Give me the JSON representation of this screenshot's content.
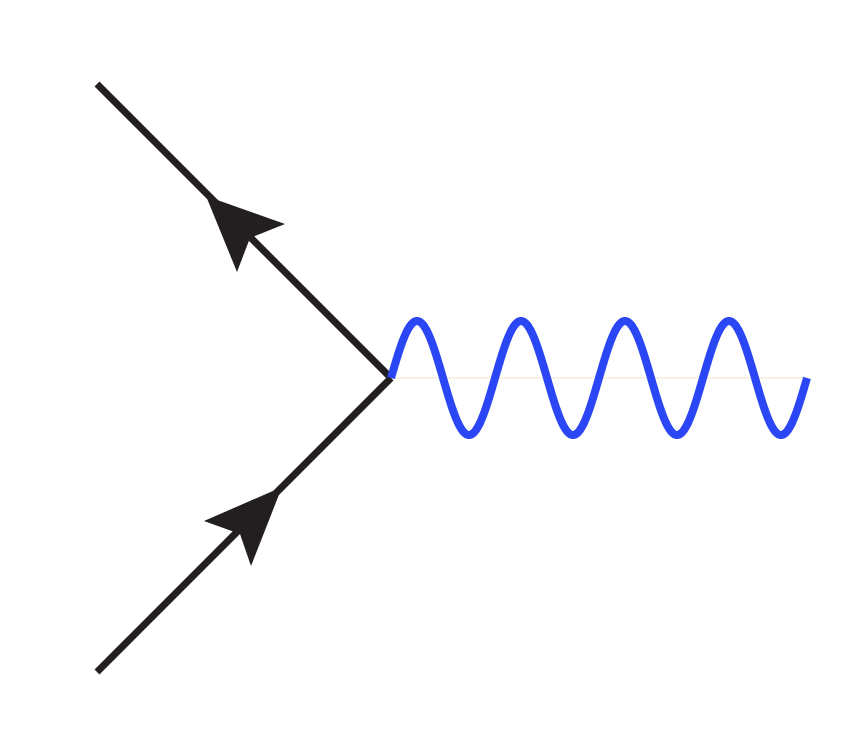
{
  "diagram": {
    "type": "feynman-vertex",
    "colors": {
      "background": "#ffffff",
      "fermion_line": "#231f20",
      "arrowhead": "#231f20",
      "boson_line": "#2a46f5",
      "baseline": "#f6e3c8"
    },
    "elements": [
      {
        "kind": "fermion-line",
        "direction": "incoming-upper-left",
        "arrow": "pointing-up-left"
      },
      {
        "kind": "fermion-line",
        "direction": "incoming-lower-left",
        "arrow": "pointing-up-right"
      },
      {
        "kind": "boson-line",
        "style": "wavy",
        "cycles": 4
      }
    ]
  }
}
